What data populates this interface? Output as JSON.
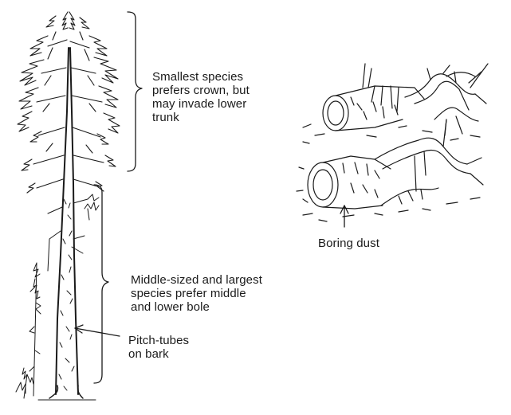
{
  "labels": {
    "crown": {
      "lines": [
        "Smallest species",
        "prefers crown, but",
        "may invade lower",
        "trunk"
      ]
    },
    "bole": {
      "lines": [
        "Middle-sized and largest",
        "species prefer middle",
        "and lower bole"
      ]
    },
    "pitch_tubes": {
      "lines": [
        "Pitch-tubes",
        "on bark"
      ]
    },
    "boring_dust": {
      "lines": [
        "Boring dust"
      ]
    }
  },
  "colors": {
    "ink": "#1a1a1a",
    "background": "#ffffff"
  }
}
